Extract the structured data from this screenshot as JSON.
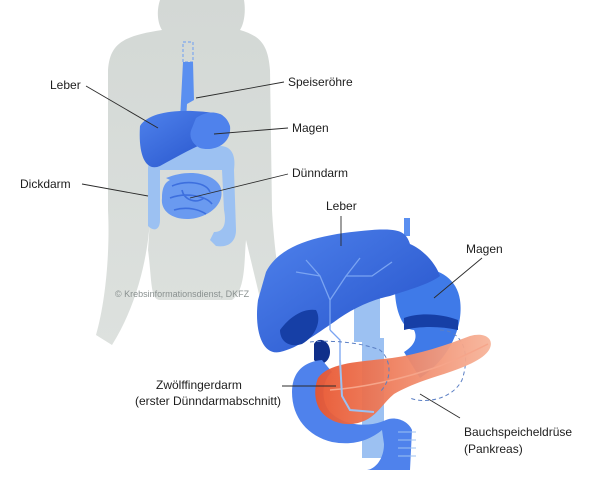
{
  "overview_labels": {
    "liver": "Leber",
    "esophagus": "Speiseröhre",
    "stomach": "Magen",
    "colon": "Dickdarm",
    "small_intestine": "Dünndarm"
  },
  "copyright": "© Krebsinformationsdienst, DKFZ",
  "detail_labels": {
    "liver": "Leber",
    "stomach": "Magen",
    "duodenum_line1": "Zwölffingerdarm",
    "duodenum_line2": "(erster Dünndarmabschnitt)",
    "pancreas_line1": "Bauchspeicheldrüse",
    "pancreas_line2": "(Pankreas)"
  },
  "colors": {
    "body_silhouette": "#d5dad7",
    "organ_dark_blue": "#2f5ed6",
    "organ_mid_blue": "#5a8ff0",
    "organ_light_blue": "#9cc1f2",
    "pancreas_orange": "#ee6d47"
  }
}
